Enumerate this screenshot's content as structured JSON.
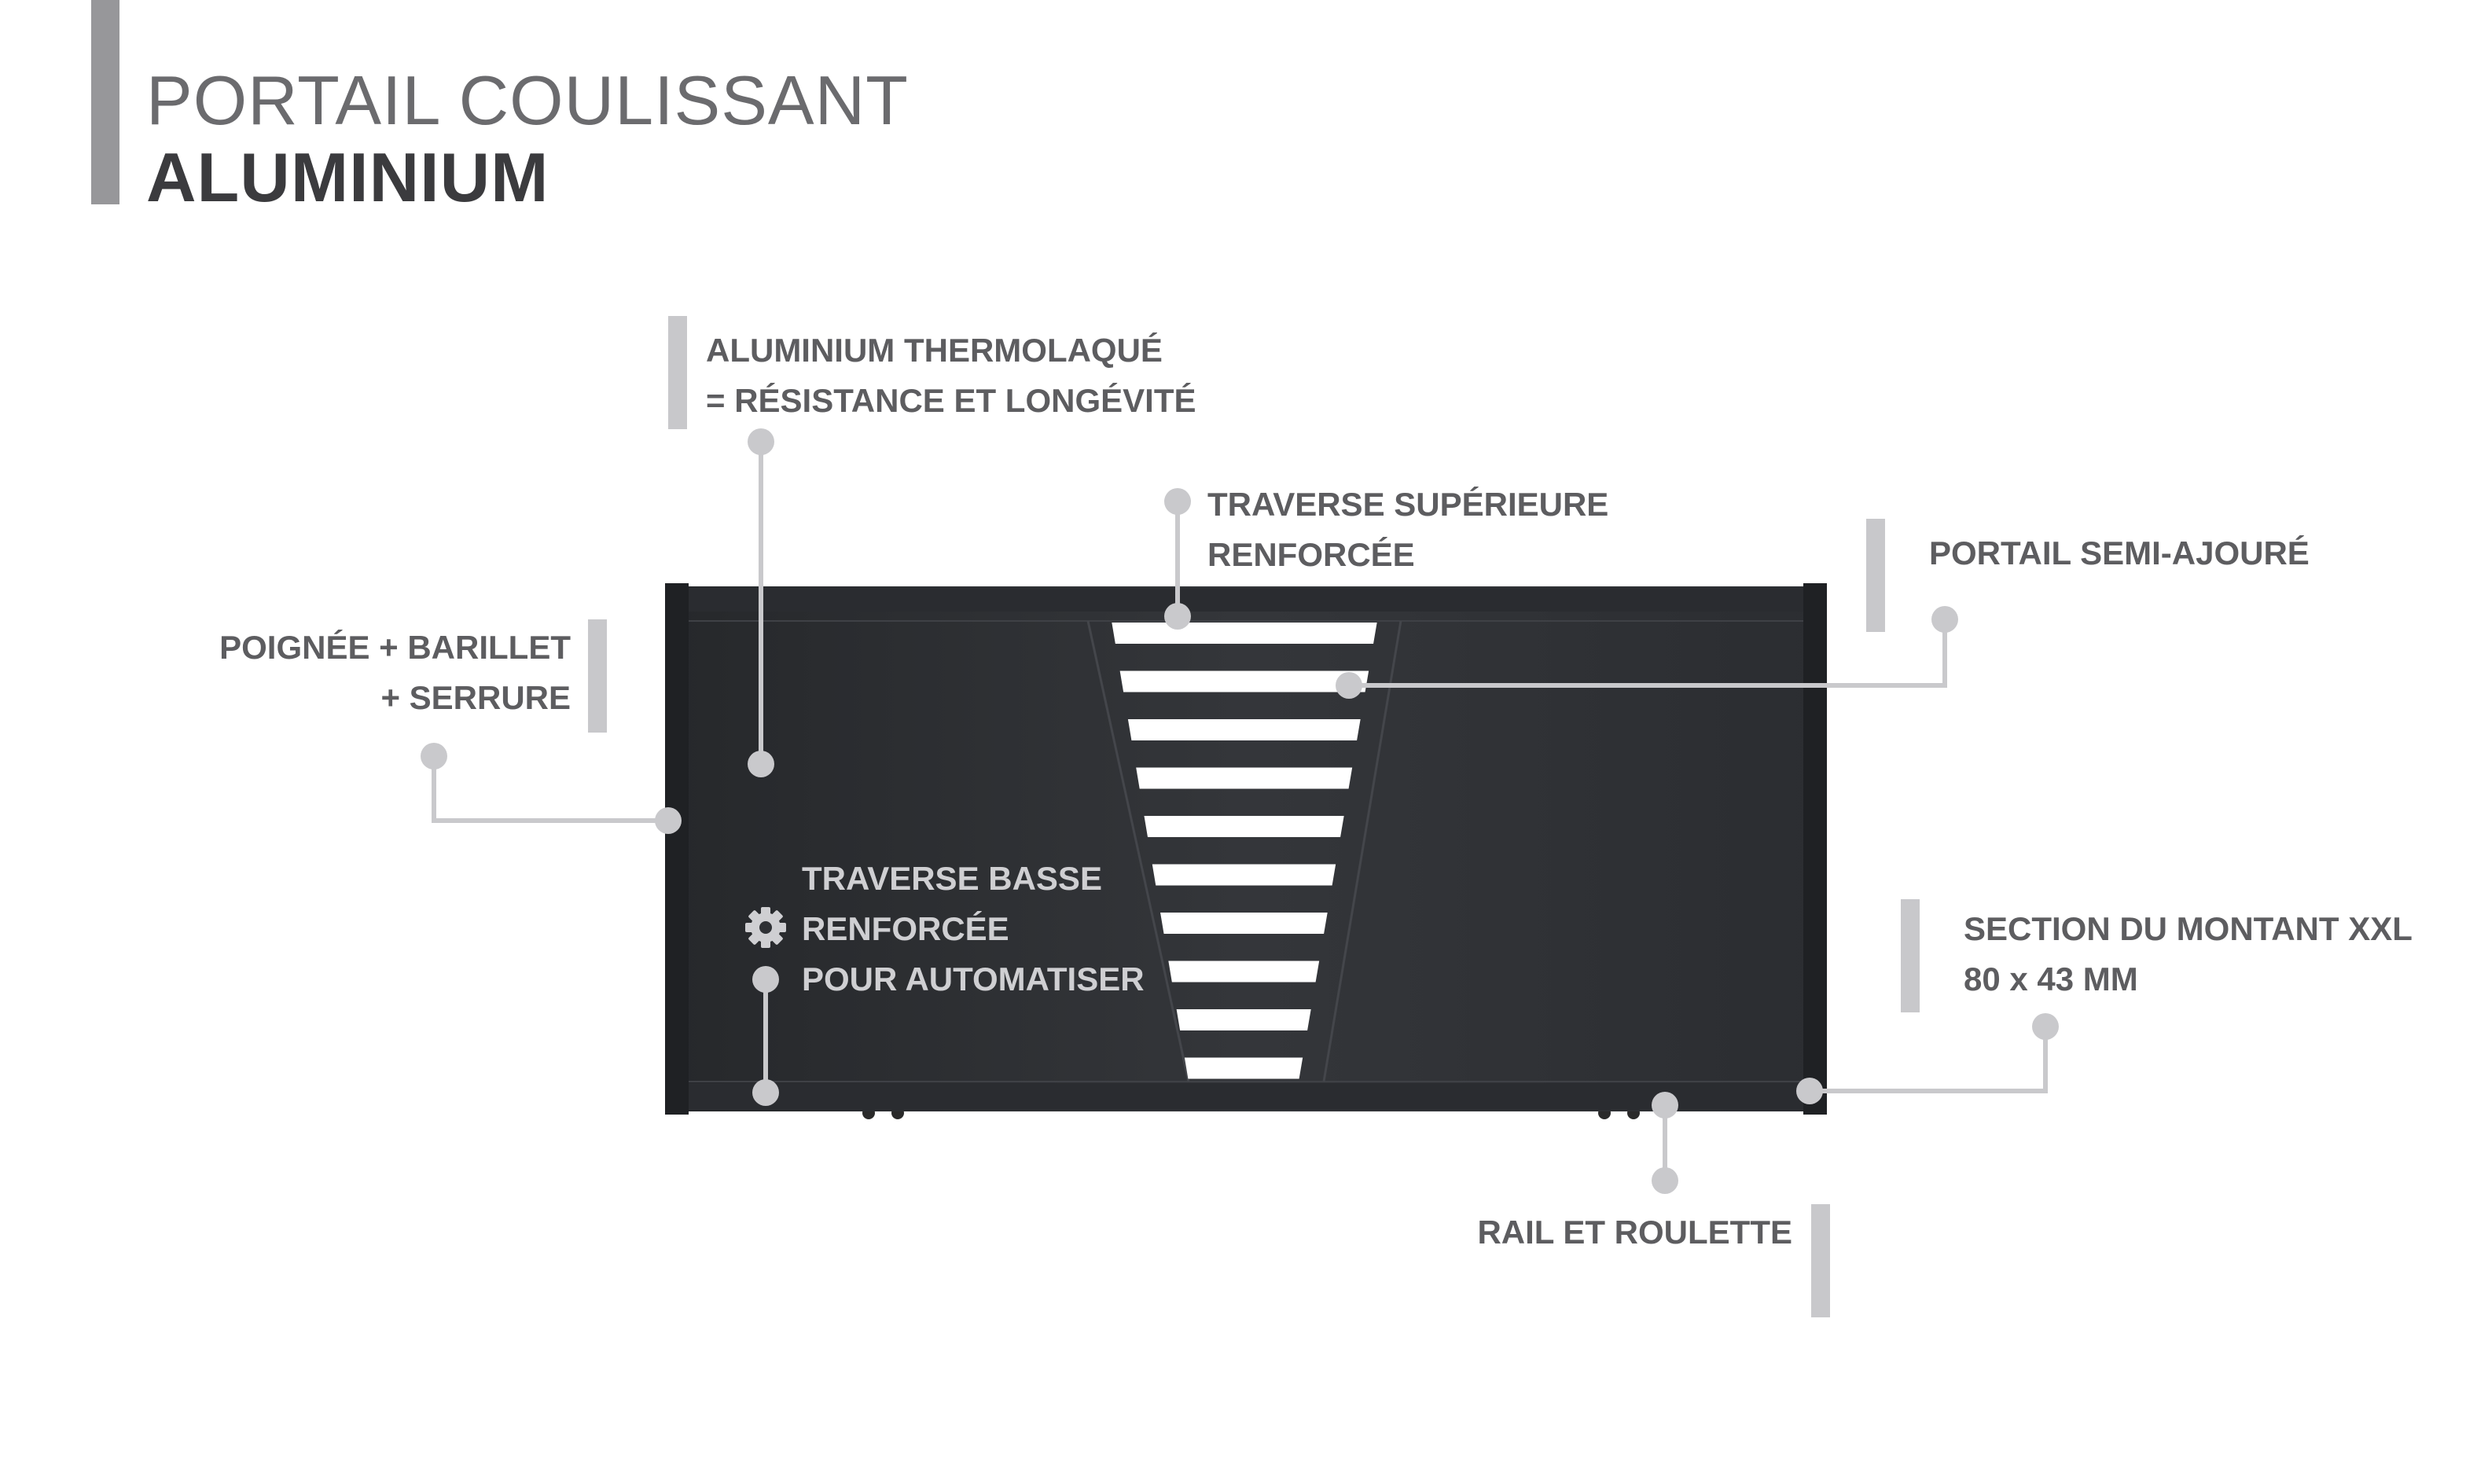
{
  "title": {
    "line1": "PORTAIL COULISSANT",
    "line2": "ALUMINIUM"
  },
  "callouts": {
    "aluminium": {
      "line1": "ALUMINIUM THERMOLAQUÉ",
      "line2_prefix": "= ",
      "line2_bold": "RÉSISTANCE ET LONGÉVITÉ"
    },
    "traverse_superieure": {
      "line1": "TRAVERSE SUPÉRIEURE",
      "line2": "RENFORCÉE"
    },
    "semi_ajoure": {
      "line1": "PORTAIL SEMI-AJOURÉ"
    },
    "poignee": {
      "line1": "POIGNÉE + BARILLET",
      "line2": "+ SERRURE"
    },
    "traverse_basse": {
      "line1": "TRAVERSE BASSE",
      "line2": "RENFORCÉE",
      "line3": "POUR AUTOMATISER"
    },
    "montant": {
      "line1": "SECTION DU MONTANT XXL",
      "line2": "80 x 43 MM"
    },
    "rail": {
      "line1": "RAIL ET ROULETTE"
    }
  },
  "icons": {
    "gear": "gear-icon"
  },
  "colors": {
    "gate": "#2f3135",
    "leader": "#c9c9cc",
    "slat": "#ffffff",
    "text": "#5d5d60"
  }
}
